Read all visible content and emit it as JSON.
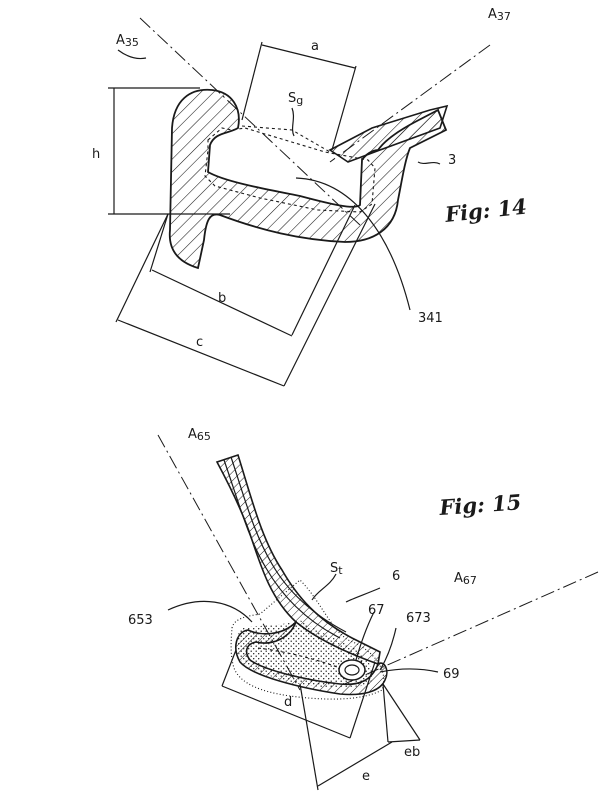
{
  "figure14": {
    "caption": "Fig: 14",
    "labels": {
      "a35_prefix": "A",
      "a35_sub": "35",
      "a37_prefix": "A",
      "a37_sub": "37",
      "a": "a",
      "sg_prefix": "S",
      "sg_sub": "g",
      "h": "h",
      "ref3": "3",
      "b": "b",
      "c": "c",
      "ref341": "341"
    }
  },
  "figure15": {
    "caption": "Fig: 15",
    "labels": {
      "a65_prefix": "A",
      "a65_sub": "65",
      "st_prefix": "S",
      "st_sub": "t",
      "ref6": "6",
      "a67_prefix": "A",
      "a67_sub": "67",
      "ref653": "653",
      "ref67": "67",
      "ref673": "673",
      "ref69": "69",
      "d": "d",
      "eb": "eb",
      "e": "e"
    }
  }
}
